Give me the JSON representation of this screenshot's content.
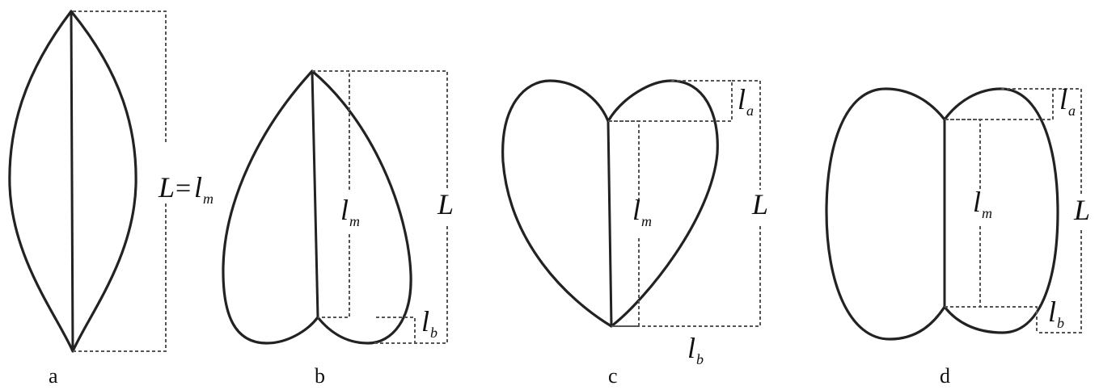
{
  "labels": {
    "a_L": "L",
    "a_eq": "=",
    "a_l": "l",
    "a_sub": "m",
    "b_lm": "l",
    "b_lm_sub": "m",
    "b_L": "L",
    "b_lb": "l",
    "b_lb_sub": "b",
    "c_la": "l",
    "c_la_sub": "a",
    "c_lm": "l",
    "c_lm_sub": "m",
    "c_L": "L",
    "c_lb": "l",
    "c_lb_sub": "b",
    "d_la": "l",
    "d_la_sub": "a",
    "d_lm": "l",
    "d_lm_sub": "m",
    "d_L": "L",
    "d_lb": "l",
    "d_lb_sub": "b"
  },
  "captions": [
    "a",
    "b",
    "c",
    "d"
  ]
}
